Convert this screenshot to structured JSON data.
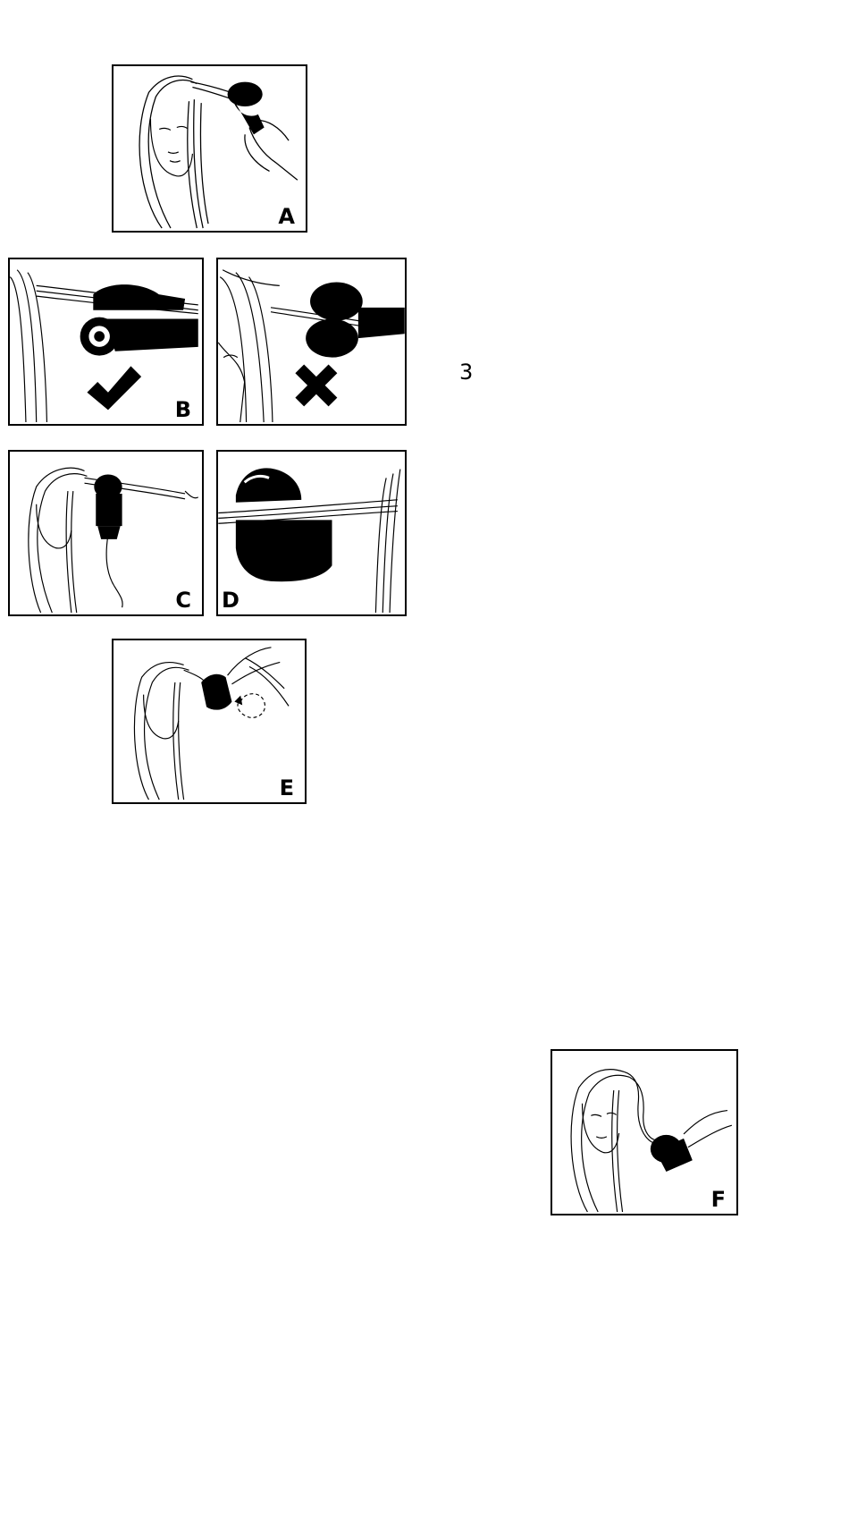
{
  "page": {
    "number": "3"
  },
  "panels": {
    "a": {
      "letter": "A",
      "description_icon": "hair-section-held-icon"
    },
    "b": {
      "letter": "B",
      "correct_mark": "checkmark-icon"
    },
    "b2": {
      "incorrect_mark": "cross-icon"
    },
    "c": {
      "letter": "C"
    },
    "d": {
      "letter": "D"
    },
    "e": {
      "letter": "E"
    },
    "f": {
      "letter": "F"
    }
  },
  "colors": {
    "ink": "#000000",
    "paper": "#ffffff"
  }
}
